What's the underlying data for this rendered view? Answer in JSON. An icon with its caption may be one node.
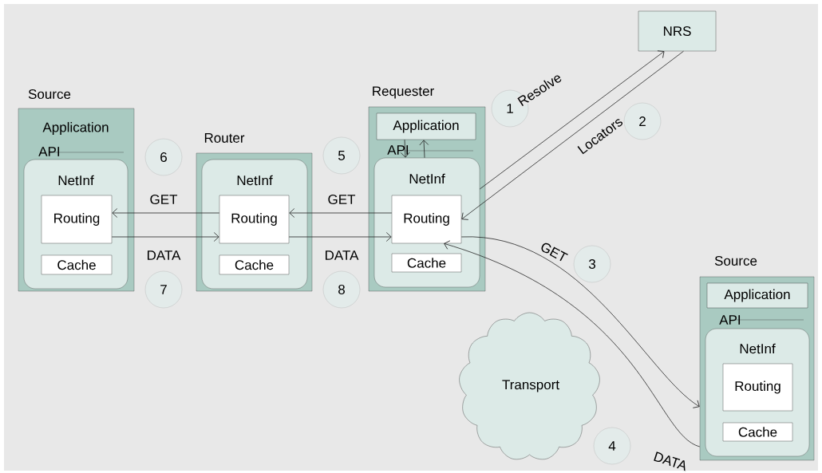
{
  "diagram": {
    "nodes": [
      {
        "text": [
          "Source",
          "Application",
          "API"
        ]
      },
      {
        "text": [
          "NetInf"
        ],
        "in": 0
      },
      {
        "text": [
          "Routing"
        ],
        "in": 1
      },
      {
        "text": [
          "Cache"
        ],
        "in": 1
      },
      {
        "text": [
          "Router"
        ]
      },
      {
        "text": [
          "NetInf"
        ],
        "in": 4
      },
      {
        "text": [
          "Routing"
        ],
        "in": 5
      },
      {
        "text": [
          "Cache"
        ],
        "in": 5
      },
      {
        "text": [
          "Requester",
          "API"
        ]
      },
      {
        "text": [
          "Application"
        ],
        "in": 8
      },
      {
        "text": [
          "NetInf"
        ],
        "in": 8
      },
      {
        "text": [
          "Routing"
        ],
        "in": 10
      },
      {
        "text": [
          "Cache"
        ],
        "in": 10
      },
      {
        "text": [
          "NRS"
        ]
      },
      {
        "text": [
          "Source",
          "API"
        ]
      },
      {
        "text": [
          "Application"
        ],
        "in": 14
      },
      {
        "text": [
          "NetInf"
        ],
        "in": 14
      },
      {
        "text": [
          "Routing"
        ],
        "in": 16
      },
      {
        "text": [
          "Cache"
        ],
        "in": 16
      },
      {
        "text": [
          "Transport"
        ]
      },
      {
        "text": [
          "1"
        ]
      },
      {
        "text": [
          "2"
        ]
      },
      {
        "text": [
          "3"
        ]
      },
      {
        "text": [
          "4"
        ]
      },
      {
        "text": [
          "5"
        ]
      },
      {
        "text": [
          "6"
        ]
      },
      {
        "text": [
          "7"
        ]
      },
      {
        "text": [
          "8"
        ]
      }
    ],
    "edges": [
      {
        "from": 11,
        "to": 6,
        "arrow": "to",
        "label": "GET"
      },
      {
        "from": 6,
        "to": 2,
        "arrow": "to",
        "label": "GET"
      },
      {
        "from": 2,
        "to": 6,
        "arrow": "to",
        "label": "DATA"
      },
      {
        "from": 6,
        "to": 11,
        "arrow": "to",
        "label": "DATA"
      },
      {
        "from": 9,
        "to": 10,
        "arrow": "to"
      },
      {
        "from": 10,
        "to": 9,
        "arrow": "to"
      },
      {
        "from": 10,
        "to": 13,
        "arrow": "to",
        "label": "Resolve"
      },
      {
        "from": 13,
        "to": 11,
        "arrow": "to",
        "label": "Locators"
      },
      {
        "from": 11,
        "to": 14,
        "arrow": "to",
        "label": "GET"
      },
      {
        "from": 14,
        "to": 11,
        "arrow": "to",
        "label": "DATA"
      }
    ]
  }
}
